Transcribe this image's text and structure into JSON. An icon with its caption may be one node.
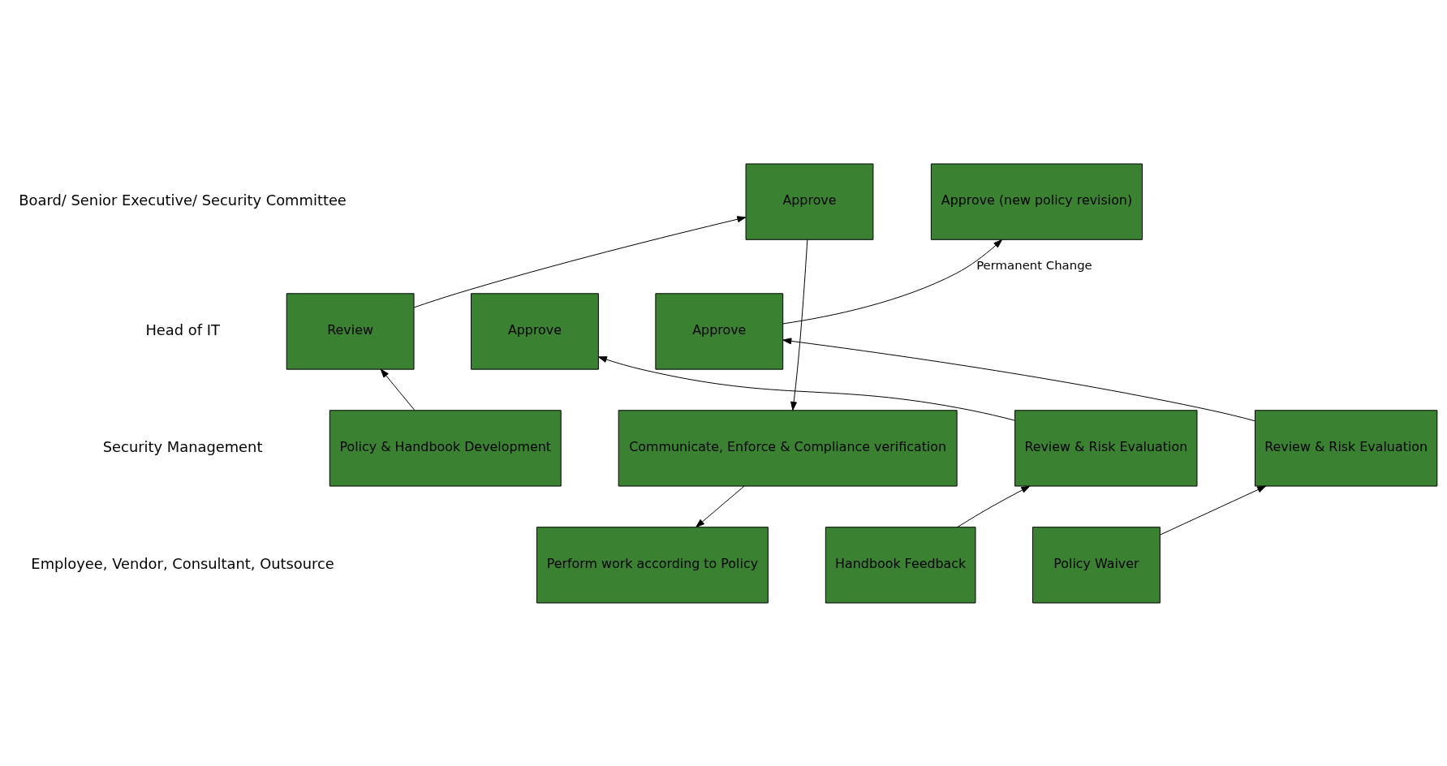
{
  "diagram": {
    "nodes": [
      {
        "text": [
          "Approve"
        ]
      },
      {
        "text": [
          "Approve (new policy revision)"
        ]
      },
      {
        "text": [
          "Review"
        ]
      },
      {
        "text": [
          "Approve"
        ]
      },
      {
        "text": [
          "Approve"
        ]
      },
      {
        "text": [
          "Policy & Handbook Development"
        ]
      },
      {
        "text": [
          "Communicate, Enforce & Compliance verification"
        ]
      },
      {
        "text": [
          "Review & Risk Evaluation"
        ]
      },
      {
        "text": [
          "Review & Risk Evaluation"
        ]
      },
      {
        "text": [
          "Perform work according to Policy"
        ]
      },
      {
        "text": [
          "Handbook Feedback"
        ]
      },
      {
        "text": [
          "Policy Waiver"
        ]
      }
    ],
    "edges": [
      {
        "from": 5,
        "to": 2,
        "arrow": "to"
      },
      {
        "from": 2,
        "to": 0,
        "arrow": "to"
      },
      {
        "from": 0,
        "to": 6,
        "arrow": "to"
      },
      {
        "from": 6,
        "to": 9,
        "arrow": "to"
      },
      {
        "from": 10,
        "to": 7,
        "arrow": "to"
      },
      {
        "from": 7,
        "to": 3,
        "arrow": "to"
      },
      {
        "from": 11,
        "to": 8,
        "arrow": "to"
      },
      {
        "from": 8,
        "to": 4,
        "arrow": "to"
      },
      {
        "from": 4,
        "to": 1,
        "arrow": "to",
        "label": "Permanent Change"
      }
    ],
    "labels": [
      "Board/ Senior Executive/ Security Committee",
      "Head of IT",
      "Security Management",
      "Employee, Vendor, Consultant, Outsource"
    ]
  }
}
